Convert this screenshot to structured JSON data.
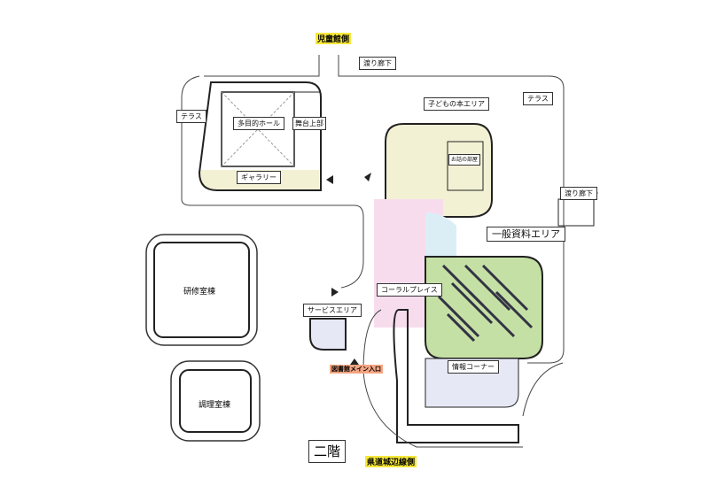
{
  "map": {
    "north_side": "児童館側",
    "south_side": "県道城辺線側",
    "floor": "二階",
    "colors": {
      "highlight": "#f5e83a",
      "entrance": "#f4a582",
      "children": "#f3f1d4",
      "general": "#c5e0a5",
      "coral": "#f7dced",
      "service": "#e6e8f5",
      "info": "#dceef5"
    },
    "labels": {
      "corridor_north": "渡り廊下",
      "corridor_east": "渡り廊下",
      "terrace_west": "テラス",
      "terrace_east": "テラス",
      "multipurpose_hall": "多目的ホール",
      "stage_upper": "舞台上部",
      "gallery": "ギャラリー",
      "children_area": "子どもの本エリア",
      "story_room": "お話の部屋",
      "general_area": "一般資料エリア",
      "coral_place": "コーラルプレイス",
      "service_area": "サービスエリア",
      "main_entrance": "図書館メイン入口",
      "info_corner": "情報コーナー",
      "training_building": "研修室棟",
      "cooking_building": "調理室棟"
    }
  }
}
